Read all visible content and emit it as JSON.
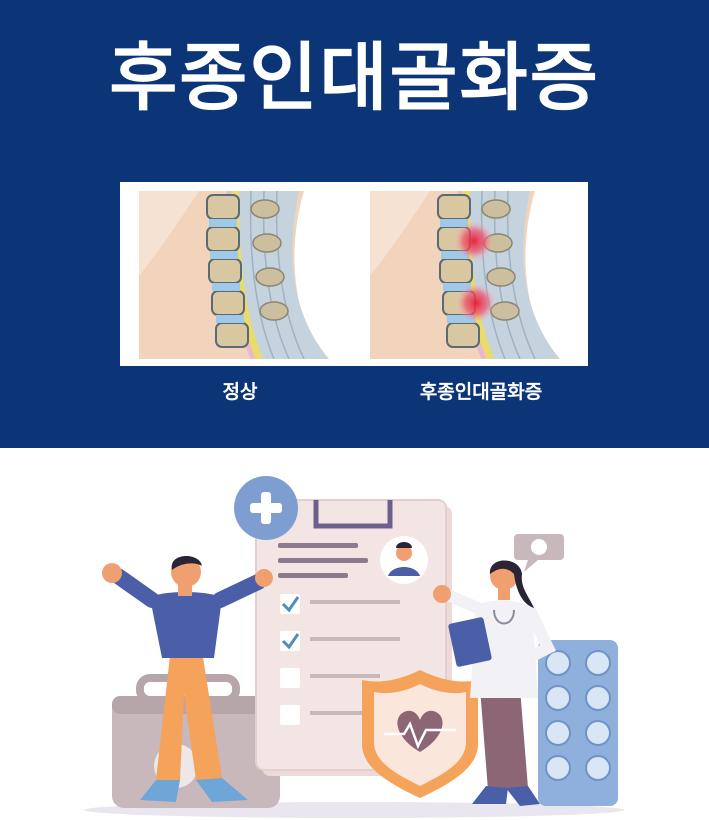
{
  "title": "후종인대골화증",
  "comparison": {
    "normal_label": "정상",
    "disease_label": "후종인대골화증"
  },
  "colors": {
    "banner_background": "#0c3578",
    "text": "#ffffff",
    "lesion": "#e8233a"
  },
  "icons": {
    "plus": "plus-icon",
    "checklist": "clipboard-icon",
    "shield": "heart-shield-icon",
    "pills": "pill-pack-icon"
  }
}
